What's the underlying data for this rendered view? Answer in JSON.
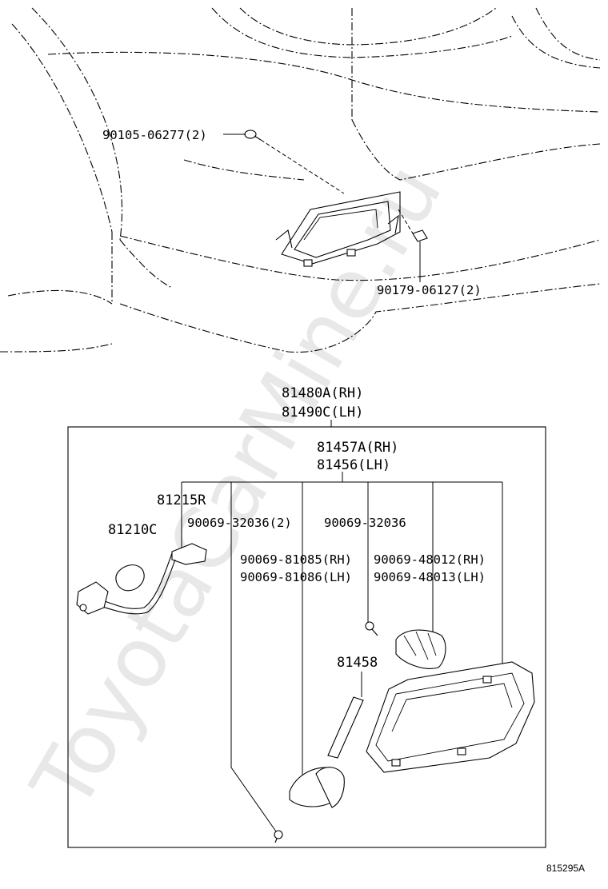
{
  "watermark": "ToyotaCarMine.ru",
  "diagram_code": "815295A",
  "callouts": {
    "bolt_top": "90105-06277(2)",
    "nut_clip": "90179-06127(2)",
    "assy_rh": "81480A(RH)",
    "assy_lh": "81490C(LH)",
    "lens_rh": "81457A(RH)",
    "lens_lh": "81456(LH)",
    "socket": "81215R",
    "bulb_small": "81210C",
    "screw_2": "90069-32036(2)",
    "screw_1": "90069-32036",
    "gasket_rh": "90069-81085(RH)",
    "gasket_lh": "90069-81086(LH)",
    "bulb_rh": "90069-48012(RH)",
    "bulb_lh": "90069-48013(LH)",
    "seal": "81458"
  }
}
